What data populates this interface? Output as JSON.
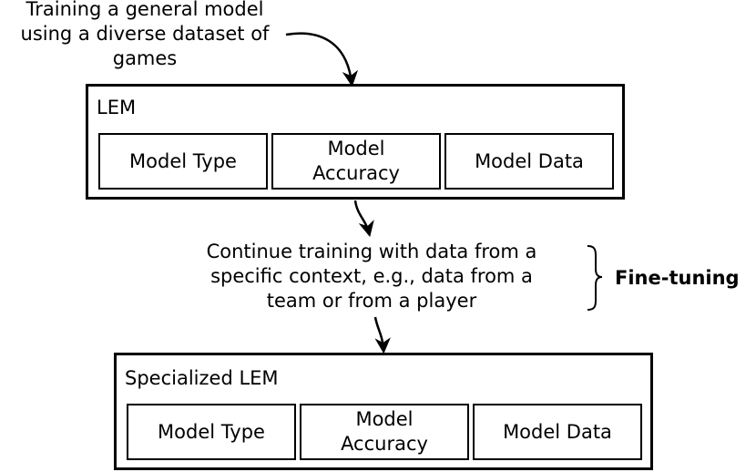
{
  "top_caption": {
    "lines": [
      "Training a general model",
      "using a diverse dataset of",
      "games"
    ]
  },
  "lem_box": {
    "title": "LEM",
    "cells": [
      {
        "lines": [
          "Model Type"
        ]
      },
      {
        "lines": [
          "Model",
          "Accuracy"
        ]
      },
      {
        "lines": [
          "Model Data"
        ]
      }
    ]
  },
  "middle_caption": {
    "lines": [
      "Continue training with data from a",
      "specific context, e.g., data from a",
      "team or from a player"
    ]
  },
  "brace_label": "Fine-tuning",
  "specialized_box": {
    "title": "Specialized LEM",
    "cells": [
      {
        "lines": [
          "Model Type"
        ]
      },
      {
        "lines": [
          "Model",
          "Accuracy"
        ]
      },
      {
        "lines": [
          "Model Data"
        ]
      }
    ]
  }
}
